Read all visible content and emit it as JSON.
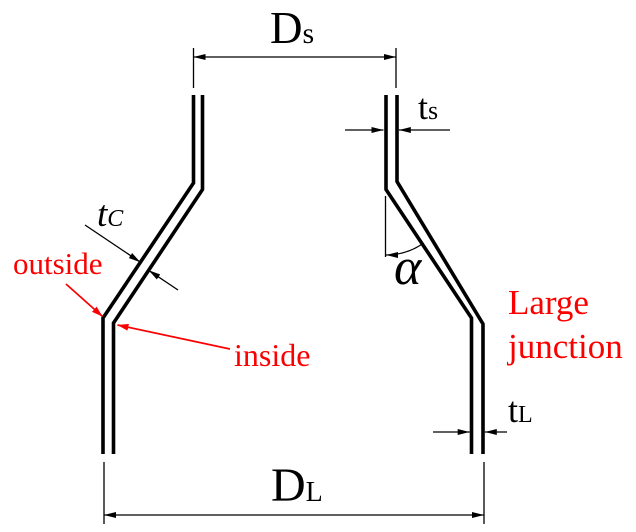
{
  "diagram": {
    "dimensions": {
      "ds": {
        "main": "D",
        "sub": "s"
      },
      "ts": {
        "main": "t",
        "sub": "s"
      },
      "tc": {
        "main": "t",
        "sub": "C"
      },
      "alpha": {
        "symbol": "α"
      },
      "tl": {
        "main": "t",
        "sub": "L"
      },
      "dl": {
        "main": "D",
        "sub": "L"
      }
    },
    "annotations": {
      "outside": "outside",
      "inside": "inside",
      "large_junction": {
        "line1": "Large",
        "line2": "junction"
      }
    },
    "colors": {
      "line": "#000000",
      "annotation_red": "#fb0000",
      "background": "#ffffff"
    }
  }
}
